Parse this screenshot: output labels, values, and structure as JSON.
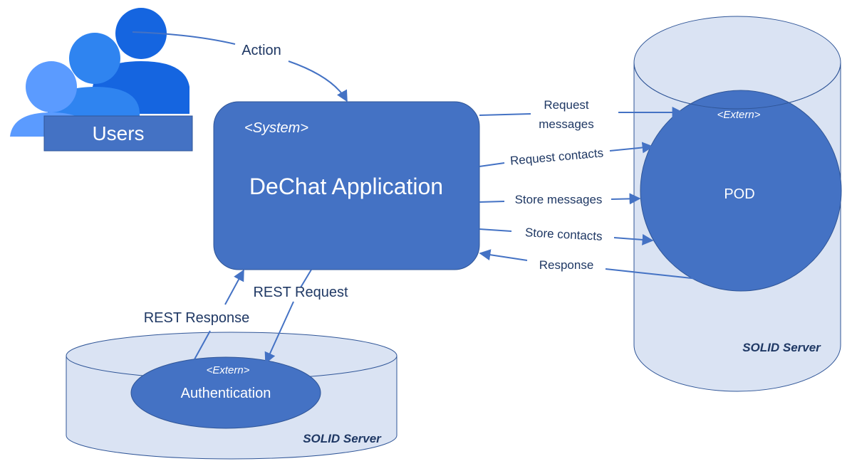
{
  "actors": {
    "label": "Users",
    "icon": "users-group-icon"
  },
  "system": {
    "stereotype": "<System>",
    "title": "DeChat Application"
  },
  "pod": {
    "stereotype": "<Extern>",
    "label": "POD"
  },
  "solid_server_right": {
    "label": "SOLID Server"
  },
  "auth": {
    "stereotype": "<Extern>",
    "label": "Authentication"
  },
  "solid_server_bottom": {
    "label": "SOLID Server"
  },
  "edges": {
    "action": "Action",
    "request_messages_1": "Request",
    "request_messages_2": "messages",
    "request_contacts": "Request contacts",
    "store_messages": "Store messages",
    "store_contacts": "Store contacts",
    "response": "Response",
    "rest_request": "REST Request",
    "rest_response": "REST Response"
  },
  "colors": {
    "system_fill": "#4472c4",
    "cylinder_fill": "#dae3f3",
    "cylinder_stroke": "#2f5597",
    "arrow": "#4472c4",
    "text_dark": "#1f3864",
    "user_front": "#5b9bff",
    "user_mid": "#2f84f0",
    "user_back": "#1565e0"
  }
}
